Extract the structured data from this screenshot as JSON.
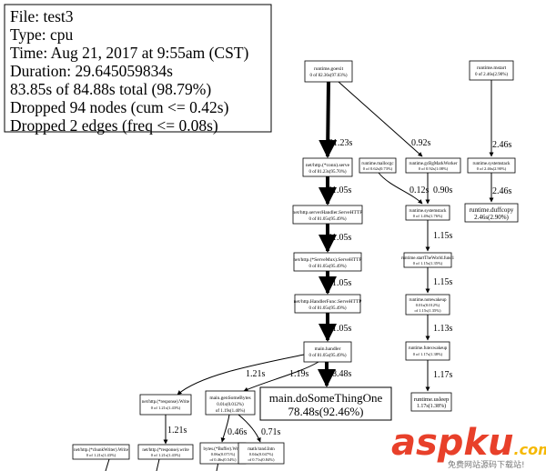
{
  "legend": {
    "lines": [
      "File: test3",
      "Type: cpu",
      "Time: Aug 21, 2017 at 9:55am (CST)",
      "Duration: 29.645059834s",
      "83.85s of 84.88s total (98.79%)",
      "Dropped 94 nodes (cum <= 0.42s)",
      "Dropped 2 edges (freq <= 0.08s)"
    ]
  },
  "nodes": {
    "goexit": {
      "name": "runtime.goexit",
      "stat": "0 of 82.36s(97.03%)"
    },
    "c_serve": {
      "name": "net/http.(*conn).serve",
      "stat": "0 of 81.23s(95.70%)"
    },
    "serverHandler": {
      "name": "net/http.serverHandler.ServeHTTP",
      "stat": "0 of 81.05s(95.49%)"
    },
    "servemux": {
      "name": "net/http.(*ServeMux).ServeHTTP",
      "stat": "0 of 81.05s(95.49%)"
    },
    "handlerfunc": {
      "name": "net/http.HandlerFunc.ServeHTTP",
      "stat": "0 of 81.05s(95.49%)"
    },
    "mainHandler": {
      "name": "main.handler",
      "stat": "0 of 81.05s(95.49%)"
    },
    "doSome": {
      "name": "main.doSomeThingOne",
      "stat": "78.48s(92.46%)"
    },
    "response_write": {
      "name": "net/http.(*response).Write",
      "stat": "0 of 1.21s(1.43%)"
    },
    "genSome": {
      "name": "main.genSomeBytes",
      "stat": "0.01s(0.012%)",
      "stat2": "of 1.19s(1.40%)"
    },
    "bytes_write": {
      "name": "bytes.(*Buffer).Write",
      "stat": "0.06s(0.071%)",
      "stat2": "of 0.46s(0.54%)"
    },
    "rand_intn": {
      "name": "math/rand.Intn",
      "stat": "0.04s(0.047%)",
      "stat2": "of 0.71s(0.84%)"
    },
    "chunkwriter": {
      "name": "net/http.(*chunkWriter).Write",
      "stat": "0 of 1.21s(1.43%)"
    },
    "response_write2": {
      "name": "net/http.(*response).write",
      "stat": "0 of 1.21s(1.43%)"
    },
    "mallocgc": {
      "name": "runtime.mallocgc",
      "stat": "0 of 0.62s(0.73%)"
    },
    "gcBgMark": {
      "name": "runtime.gcBgMarkWorker",
      "stat": "0 of 0.92s(1.08%)"
    },
    "systemstack": {
      "name": "runtime.systemstack",
      "stat": "0 of 1.49s(1.76%)"
    },
    "startTheWorld": {
      "name": "runtime.startTheWorld.func1",
      "stat": "0 of 1.15s(1.35%)"
    },
    "notewakeup": {
      "name": "runtime.notewakeup",
      "stat": "0.01s(0.012%)",
      "stat2": "of 1.15s(1.35%)"
    },
    "futexwakeup": {
      "name": "runtime.futexwakeup",
      "stat": "0 of 1.17s(1.38%)"
    },
    "usleep": {
      "name": "runtime.usleep",
      "stat": "1.17s(1.38%)"
    },
    "mstart": {
      "name": "runtime.mstart",
      "stat": "0 of 2.46s(2.90%)"
    },
    "systemstack2": {
      "name": "runtime.systemstack",
      "stat": "0 of 2.46s(2.90%)"
    },
    "duffcopy": {
      "name": "runtime.duffcopy",
      "stat": "2.46s(2.90%)"
    }
  },
  "edges": {
    "goexit_serve": "81.23s",
    "goexit_gc": "0.92s",
    "serve_sh": "81.05s",
    "sh_mux": "81.05s",
    "mux_hf": "81.05s",
    "hf_mh": "81.05s",
    "mh_rw": "1.21s",
    "mh_gen": "1.19s",
    "mh_do": "78.48s",
    "rw_cw": "1.21s",
    "gen_bytes": "0.46s",
    "gen_rand": "0.71s",
    "malloc_sys": "0.12s",
    "gc_sys": "0.90s",
    "sys_stw": "1.15s",
    "stw_note": "1.15s",
    "note_futex": "1.13s",
    "futex_usleep": "1.17s",
    "mstart_sys2": "2.46s",
    "sys2_duff": "2.46s"
  },
  "watermark": {
    "main": "aspku",
    "tld": ".com",
    "sub": "免费网站源码下载站!"
  },
  "colors": {
    "watermark_red": "#e8402a",
    "watermark_yellow": "#f5b800"
  }
}
